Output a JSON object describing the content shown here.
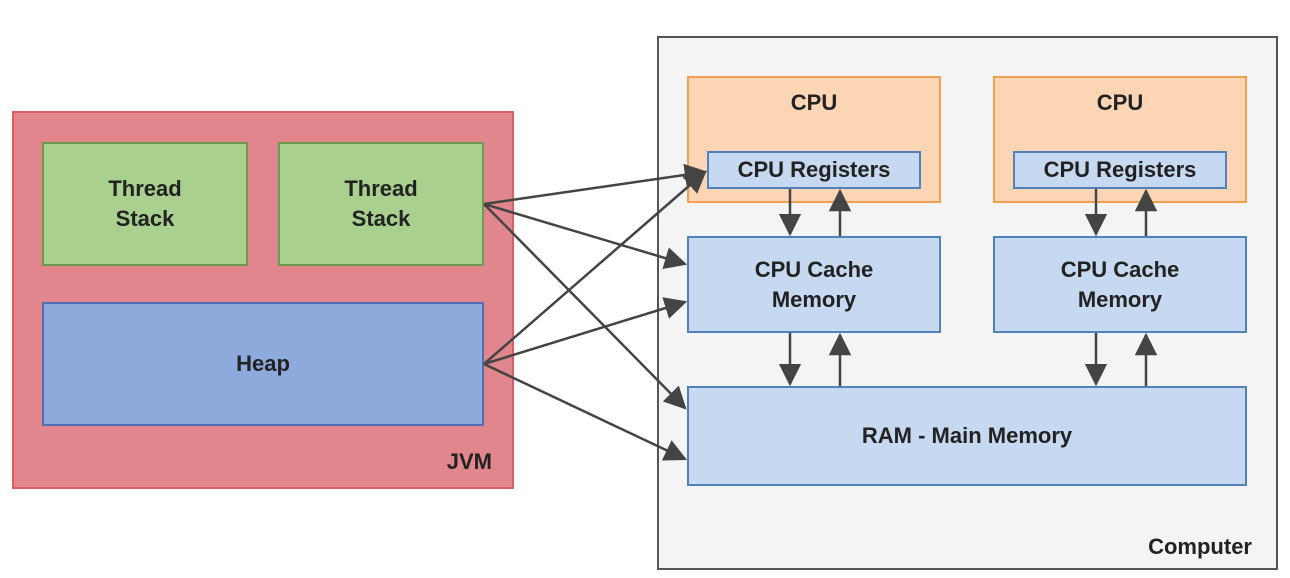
{
  "jvm": {
    "label": "JVM",
    "thread_stack_1": "Thread Stack",
    "thread_stack_2": "Thread Stack",
    "heap": "Heap"
  },
  "computer": {
    "label": "Computer",
    "cpu_1": {
      "title": "CPU",
      "registers": "CPU Registers",
      "cache": "CPU Cache Memory"
    },
    "cpu_2": {
      "title": "CPU",
      "registers": "CPU Registers",
      "cache": "CPU Cache Memory"
    },
    "ram": "RAM - Main Memory"
  },
  "colors": {
    "jvm_fill": "#e0868c",
    "thread_stack_fill": "#a9d08e",
    "heap_fill": "#8ea9db",
    "cpu_fill": "#fbd5b4",
    "memory_fill": "#c6d9f0",
    "arrow": "#444444"
  }
}
